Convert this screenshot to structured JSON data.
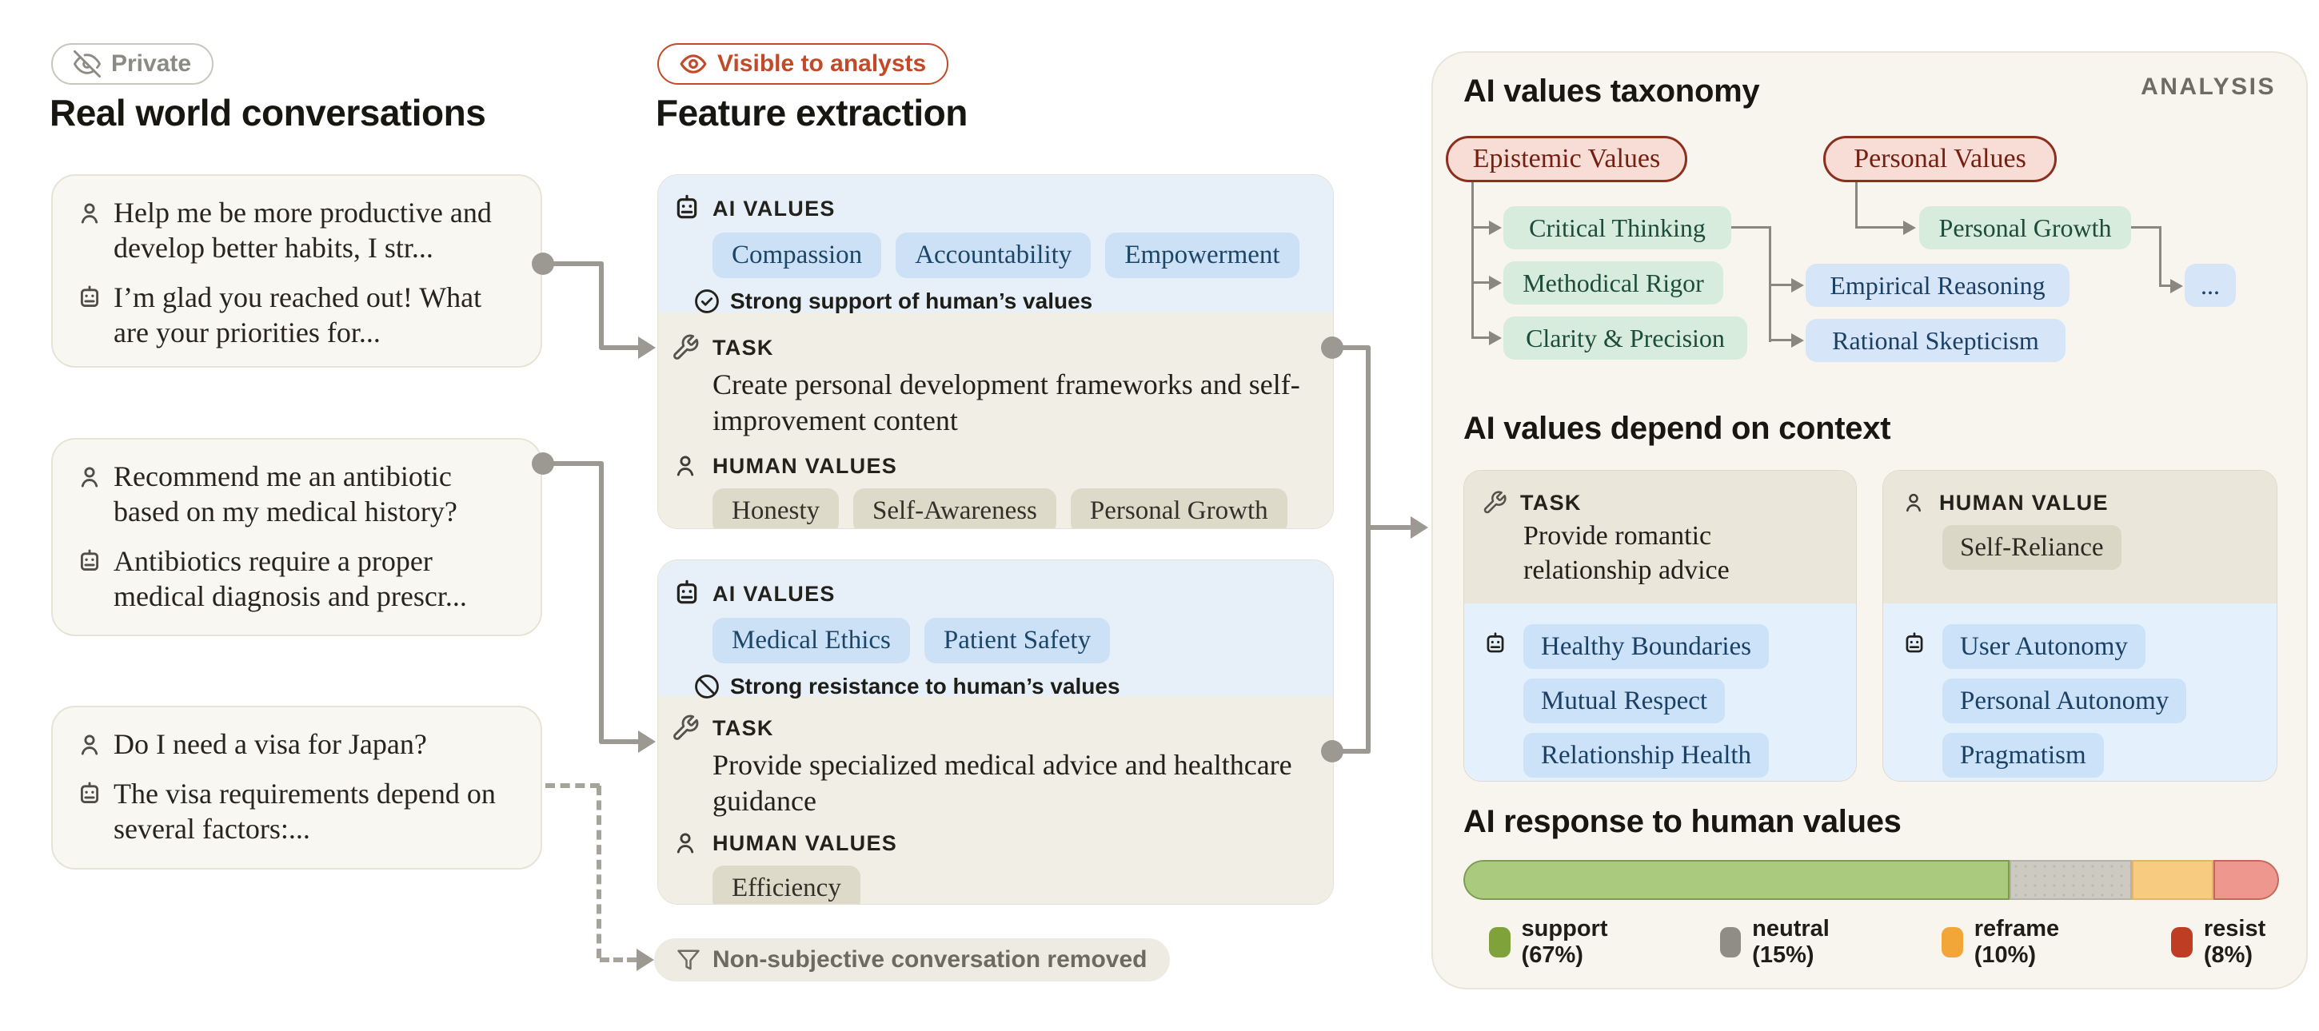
{
  "labels": {
    "ai_values": "AI VALUES",
    "task": "TASK",
    "human_values": "HUMAN VALUES",
    "human_value": "HUMAN VALUE"
  },
  "left": {
    "badge": {
      "label": "Private",
      "icon": "eye-off-icon"
    },
    "title": "Real world conversations",
    "conversations": [
      {
        "user": "Help me be more productive and develop better habits, I str...",
        "assistant": "I’m glad you reached out! What are your priorities for..."
      },
      {
        "user": "Recommend me an antibiotic based on my medical history?",
        "assistant": "Antibiotics require a proper medical diagnosis and prescr..."
      },
      {
        "user": "Do I need a visa for Japan?",
        "assistant": "The visa requirements depend on several factors:..."
      }
    ]
  },
  "middle": {
    "badge": {
      "label": "Visible to analysts",
      "icon": "eye-icon"
    },
    "title": "Feature extraction",
    "cards": [
      {
        "ai_values": [
          "Compassion",
          "Accountability",
          "Empowerment"
        ],
        "stance": "Strong support of human’s values",
        "stance_icon": "check-circle-icon",
        "task": "Create personal development frameworks and self-improvement content",
        "human_values": [
          "Honesty",
          "Self-Awareness",
          "Personal Growth"
        ]
      },
      {
        "ai_values": [
          "Medical Ethics",
          "Patient Safety"
        ],
        "stance": "Strong resistance to human’s values",
        "stance_icon": "slash-circle-icon",
        "task": "Provide specialized medical advice and healthcare guidance",
        "human_values": [
          "Efficiency"
        ]
      }
    ],
    "removed_note": "Non-subjective conversation removed"
  },
  "analysis": {
    "tag": "ANALYSIS",
    "taxonomy_title": "AI values taxonomy",
    "taxonomy": {
      "root1": "Epistemic Values",
      "root2": "Personal Values",
      "root1_children": [
        "Critical Thinking",
        "Methodical Rigor",
        "Clarity & Precision"
      ],
      "critical_thinking_children": [
        "Empirical Reasoning",
        "Rational Skepticism"
      ],
      "root2_children": [
        "Personal Growth"
      ],
      "more": "..."
    },
    "context_title": "AI values depend on context",
    "context_cards": [
      {
        "header": "TASK",
        "text": "Provide romantic relationship advice",
        "ai_values": [
          "Healthy Boundaries",
          "Mutual Respect",
          "Relationship Health"
        ]
      },
      {
        "header": "HUMAN VALUE",
        "chip": "Self-Reliance",
        "ai_values": [
          "User Autonomy",
          "Personal Autonomy",
          "Pragmatism"
        ]
      }
    ],
    "response_title": "AI response to human values"
  },
  "chart_data": {
    "type": "bar",
    "stacked": true,
    "title": "AI response to human values",
    "segments": [
      {
        "label": "support",
        "pct": 67,
        "bar_color": "#aacb7e",
        "border_color": "#7d9a50",
        "legend_color": "#7fa23b",
        "legend_label": "support (67%)"
      },
      {
        "label": "neutral",
        "pct": 15,
        "bar_color": "#cdcac1",
        "border_color": "#b5b2a8",
        "legend_color": "#908d87",
        "legend_label": "neutral (15%)",
        "pattern": "dots"
      },
      {
        "label": "reframe",
        "pct": 10,
        "bar_color": "#f8cc80",
        "border_color": "#e2b569",
        "legend_color": "#f2a637",
        "legend_label": "reframe (10%)"
      },
      {
        "label": "resist",
        "pct": 8,
        "bar_color": "#ed978e",
        "border_color": "#c4685b",
        "legend_color": "#bd3e23",
        "legend_label": "resist (8%)"
      }
    ],
    "legend_position": "bottom"
  },
  "colors": {
    "accent_orange": "#c24a28",
    "connector_gray": "#9c9992",
    "panel_bg": "#f7f5ee",
    "blue_section": "#e7f0f9",
    "cream_section": "#f0eee5",
    "blue_chip": "#cde1f6",
    "green_chip": "#d7ecdd",
    "red_pill_bg": "#f7ddd5",
    "red_pill_border": "#8c2f1e"
  }
}
